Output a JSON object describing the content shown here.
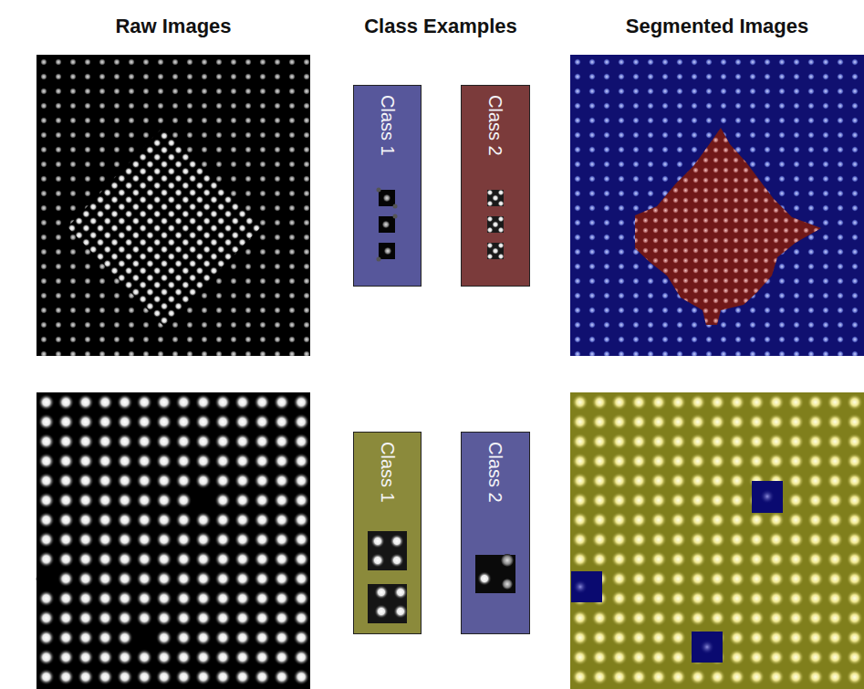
{
  "diagram": {
    "nodes": [
      {
        "text": [
          "Class 1"
        ]
      },
      {
        "text": [
          "Class 2"
        ]
      },
      {
        "text": [
          "Class 1"
        ]
      },
      {
        "text": [
          "Class 2"
        ]
      }
    ],
    "labels": [
      "Raw Images",
      "Class Examples",
      "Segmented Images"
    ]
  }
}
